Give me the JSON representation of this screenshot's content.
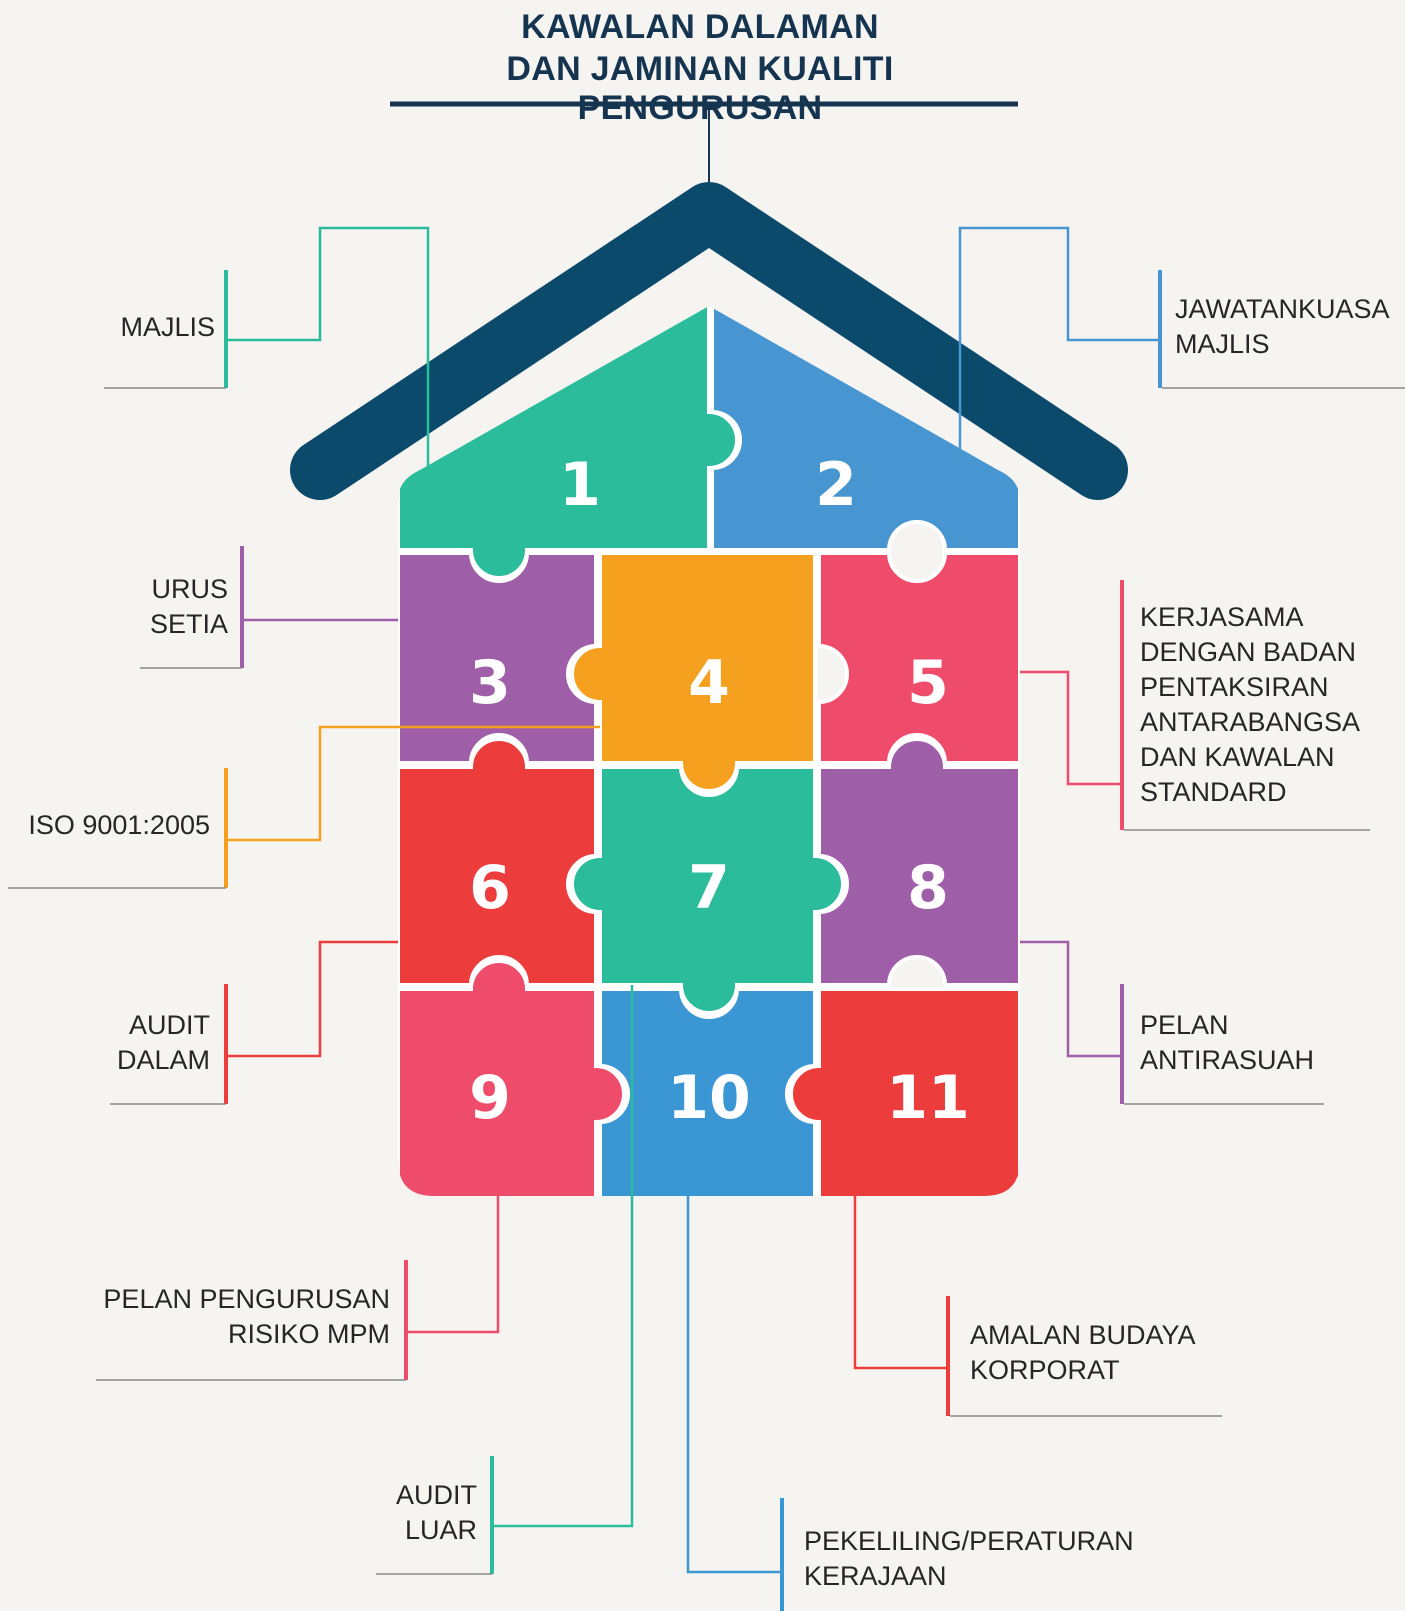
{
  "title": {
    "line1": "KAWALAN DALAMAN",
    "line2": "DAN JAMINAN KUALITI PENGURUSAN"
  },
  "colors": {
    "roof": "#0b4a6b",
    "teal": "#2bbd9b",
    "blue_light": "#4796d2",
    "purple": "#9e5fa8",
    "orange": "#f5a11f",
    "pink": "#ef4c6c",
    "red": "#ec3c3c",
    "blue": "#3a97d4"
  },
  "pieces": [
    {
      "number": "1",
      "color": "teal"
    },
    {
      "number": "2",
      "color": "blue_light"
    },
    {
      "number": "3",
      "color": "purple"
    },
    {
      "number": "4",
      "color": "orange"
    },
    {
      "number": "5",
      "color": "pink"
    },
    {
      "number": "6",
      "color": "red"
    },
    {
      "number": "7",
      "color": "teal"
    },
    {
      "number": "8",
      "color": "purple"
    },
    {
      "number": "9",
      "color": "pink"
    },
    {
      "number": "10",
      "color": "blue"
    },
    {
      "number": "11",
      "color": "red"
    }
  ],
  "labels": {
    "majlis": {
      "lines": [
        "MAJLIS"
      ],
      "color": "teal"
    },
    "jawatankuasa": {
      "lines": [
        "JAWATANKUASA",
        "MAJLIS"
      ],
      "color": "blue_light"
    },
    "urus_setia": {
      "lines": [
        "URUS",
        "SETIA"
      ],
      "color": "purple"
    },
    "kerjasama": {
      "lines": [
        "KERJASAMA",
        "DENGAN BADAN",
        "PENTAKSIRAN",
        "ANTARABANGSA",
        "DAN KAWALAN",
        "STANDARD"
      ],
      "color": "pink"
    },
    "iso": {
      "lines": [
        "ISO 9001:2005"
      ],
      "color": "orange"
    },
    "audit_dalam": {
      "lines": [
        "AUDIT",
        "DALAM"
      ],
      "color": "red"
    },
    "pelan_antirasuah": {
      "lines": [
        "PELAN",
        "ANTIRASUAH"
      ],
      "color": "purple"
    },
    "pelan_risiko": {
      "lines": [
        "PELAN PENGURUSAN",
        "RISIKO MPM"
      ],
      "color": "pink"
    },
    "amalan": {
      "lines": [
        "AMALAN BUDAYA",
        "KORPORAT"
      ],
      "color": "red"
    },
    "audit_luar": {
      "lines": [
        "AUDIT",
        "LUAR"
      ],
      "color": "teal"
    },
    "pekeliling": {
      "lines": [
        "PEKELILING/PERATURAN",
        "KERAJAAN"
      ],
      "color": "blue"
    }
  }
}
